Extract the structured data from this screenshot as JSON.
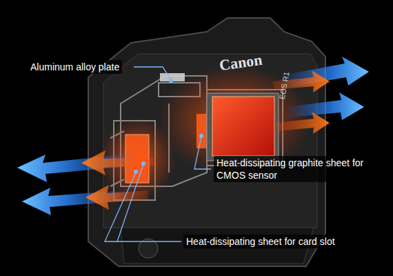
{
  "diagram": {
    "labels": [
      "Aluminum alloy plate",
      "Heat-dissipating graphite sheet for CMOS sensor",
      "Heat-dissipating sheet for card slot",
      "Canon",
      "EOS R1"
    ]
  }
}
